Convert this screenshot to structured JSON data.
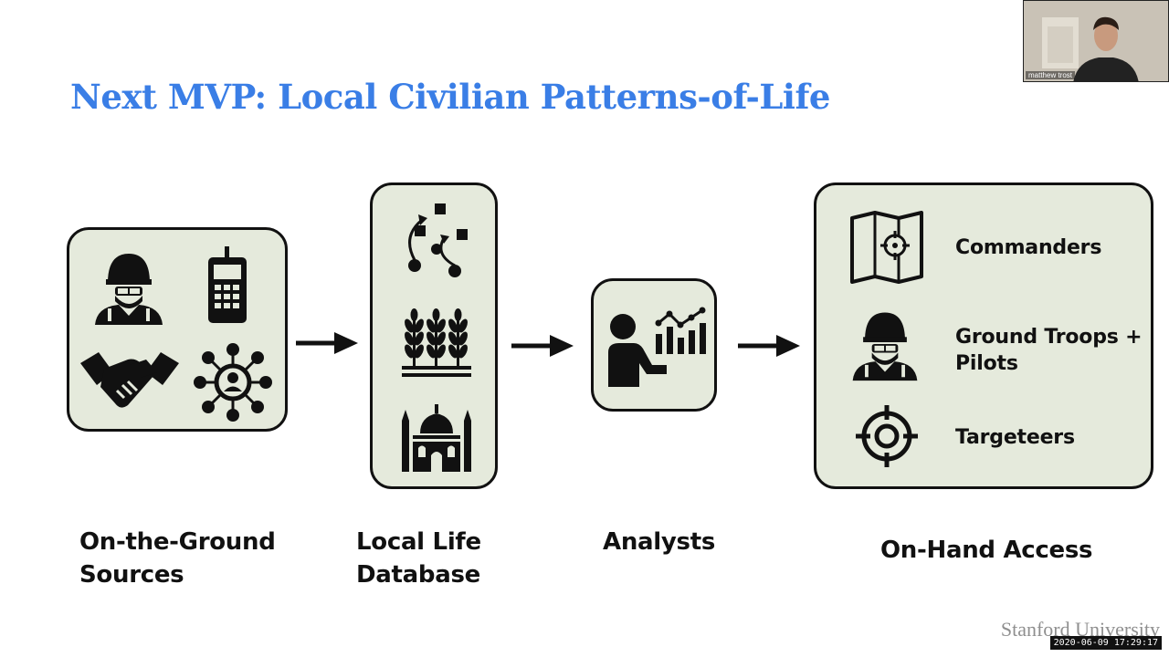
{
  "slide": {
    "title": "Next MVP: Local Civilian Patterns-of-Life",
    "stages": [
      {
        "caption_line1": "On-the-Ground",
        "caption_line2": "Sources"
      },
      {
        "caption_line1": "Local Life",
        "caption_line2": "Database"
      },
      {
        "caption_line1": "Analysts",
        "caption_line2": ""
      },
      {
        "caption_line1": "On-Hand Access",
        "caption_line2": ""
      }
    ],
    "access_items": [
      {
        "label": "Commanders",
        "icon": "map-target-icon"
      },
      {
        "label_line1": "Ground Troops +",
        "label_line2": "Pilots",
        "icon": "soldier-icon"
      },
      {
        "label": "Targeteers",
        "icon": "crosshair-icon"
      }
    ],
    "source_icons": [
      "soldier-icon",
      "cellphone-icon",
      "handshake-icon",
      "social-network-icon"
    ],
    "database_icons": [
      "strategy-icon",
      "crops-icon",
      "mosque-icon"
    ],
    "analyst_icon": "presenter-chart-icon",
    "colors": {
      "title": "#3a7ee6",
      "box_fill": "#e5eadc",
      "outline": "#111111"
    }
  },
  "video": {
    "participant_name": "matthew trost"
  },
  "footer": {
    "watermark": "Stanford University",
    "timestamp": "2020-06-09  17:29:17"
  }
}
